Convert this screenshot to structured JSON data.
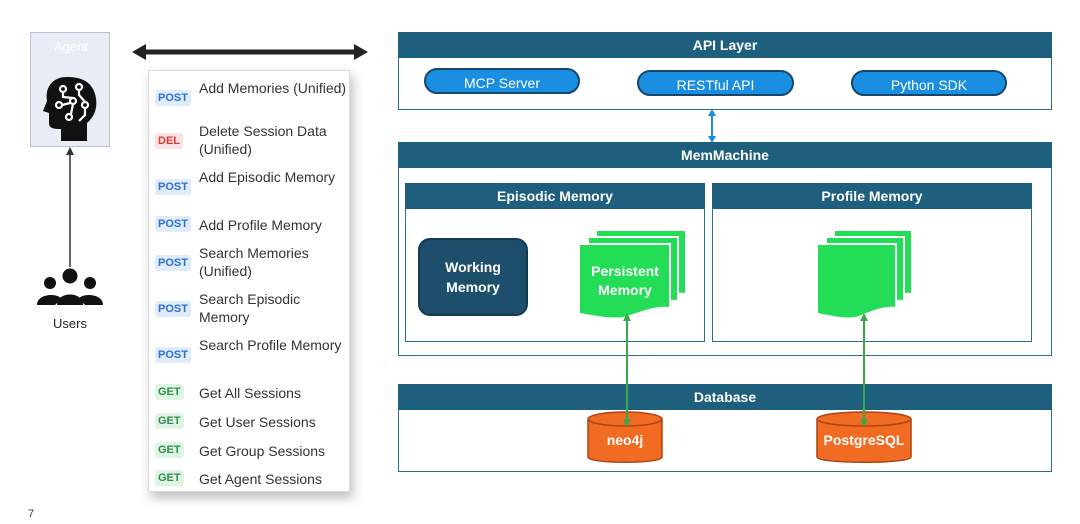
{
  "agent": {
    "label": "Agent"
  },
  "users": {
    "label": "Users"
  },
  "endpoints": [
    {
      "method": "POST",
      "label": "Add Memories (Unified)"
    },
    {
      "method": "DEL",
      "label": "Delete Session Data (Unified)"
    },
    {
      "method": "POST",
      "label": "Add Episodic Memory"
    },
    {
      "method": "POST",
      "label": "Add Profile Memory"
    },
    {
      "method": "POST",
      "label": "Search Memories (Unified)"
    },
    {
      "method": "POST",
      "label": "Search Episodic Memory"
    },
    {
      "method": "POST",
      "label": "Search Profile Memory"
    },
    {
      "method": "GET",
      "label": "Get All Sessions"
    },
    {
      "method": "GET",
      "label": "Get User Sessions"
    },
    {
      "method": "GET",
      "label": "Get Group Sessions"
    },
    {
      "method": "GET",
      "label": "Get Agent Sessions"
    }
  ],
  "api_layer": {
    "title": "API Layer",
    "items": [
      "MCP Server",
      "RESTful API",
      "Python SDK"
    ]
  },
  "memmachine": {
    "title": "MemMachine",
    "episodic": {
      "title": "Episodic Memory",
      "working": "Working Memory",
      "persistent": "Persistent Memory"
    },
    "profile": {
      "title": "Profile Memory"
    }
  },
  "database": {
    "title": "Database",
    "stores": [
      "neo4j",
      "PostgreSQL"
    ]
  },
  "page_number": "7",
  "colors": {
    "header": "#1f5f7e",
    "pill": "#1a8ee0",
    "doc_green": "#22dd55",
    "cylinder": "#f26b22",
    "arrow_green": "#3aa84a"
  }
}
